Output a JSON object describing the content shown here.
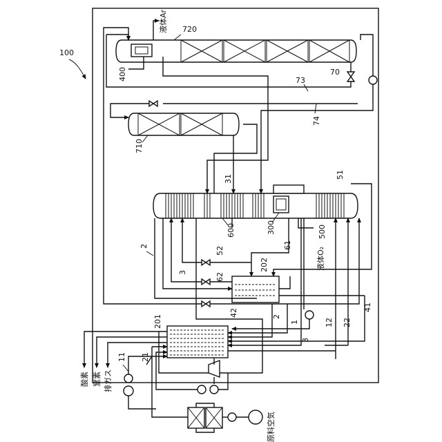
{
  "labels": {
    "system": "100",
    "ar_column": "720",
    "ar_condenser": "400",
    "valve_70": "70",
    "line_73": "73",
    "line_74": "74",
    "column_710": "710",
    "line_31": "31",
    "line_51": "51",
    "main_column": "600",
    "condenser_300": "300",
    "line_500": "500",
    "line_61": "61",
    "line_2a": "2",
    "line_52": "52",
    "line_62": "62",
    "line_3a": "3",
    "subcooler": "202",
    "line_42": "42",
    "line_41": "41",
    "line_2b": "2",
    "line_1": "1",
    "line_12": "12",
    "line_22": "22",
    "line_3b": "3",
    "main_hx": "201",
    "line_11": "11",
    "line_21": "21"
  },
  "texts": {
    "liquid_ar": "液体Ar",
    "liquid_o2": "液体O₂",
    "oxygen": "酸素",
    "nitrogen": "窒素",
    "exhaust": "排ガス",
    "raw_air": "原料空気"
  }
}
